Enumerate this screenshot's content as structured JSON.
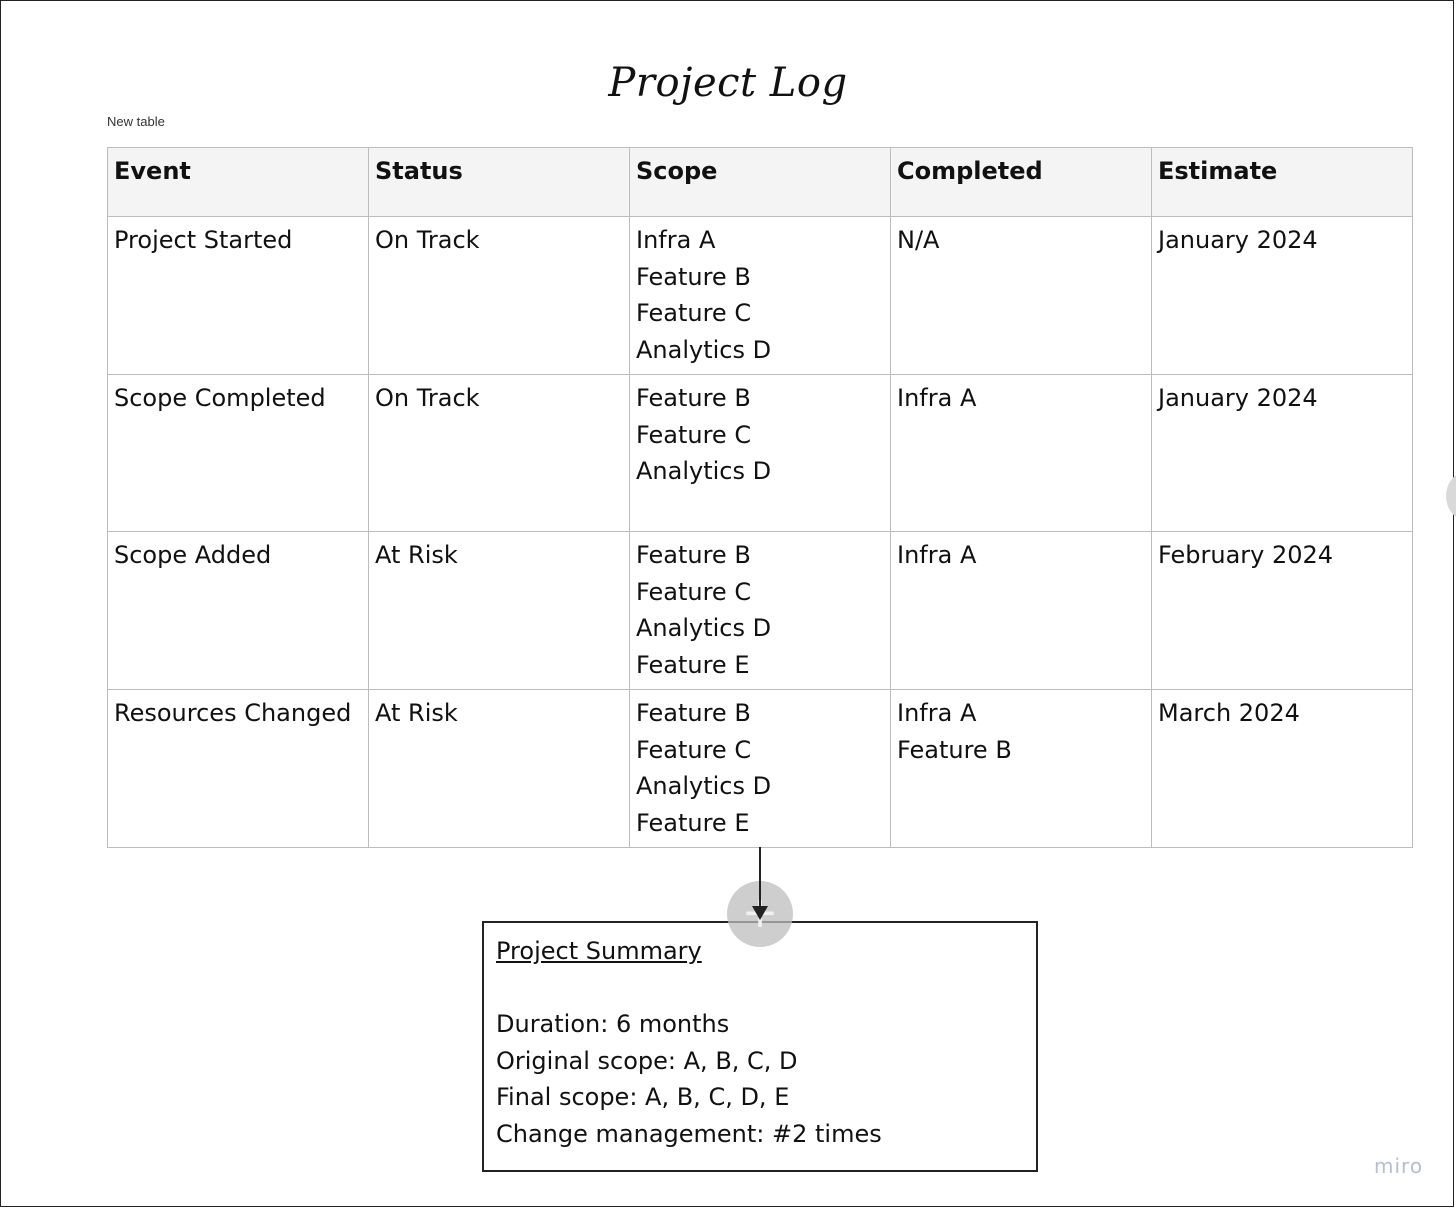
{
  "board": {
    "title": "Project Log",
    "table_caption": "New table",
    "watermark": "miro",
    "add_handle_symbol": "+"
  },
  "table": {
    "headers": [
      "Event",
      "Status",
      "Scope",
      "Completed",
      "Estimate"
    ],
    "rows": [
      {
        "event": "Project Started",
        "status": "On Track",
        "scope": [
          "Infra A",
          "Feature B",
          "Feature C",
          "Analytics D"
        ],
        "completed": [
          "N/A"
        ],
        "estimate": "January 2024"
      },
      {
        "event": "Scope Completed",
        "status": "On Track",
        "scope": [
          "Feature B",
          "Feature C",
          "Analytics D"
        ],
        "completed": [
          "Infra A"
        ],
        "estimate": "January 2024"
      },
      {
        "event": "Scope Added",
        "status": "At Risk",
        "scope": [
          "Feature B",
          "Feature C",
          "Analytics D",
          "Feature E"
        ],
        "completed": [
          "Infra A"
        ],
        "estimate": "February 2024"
      },
      {
        "event": "Resources Changed",
        "status": "At Risk",
        "scope": [
          "Feature B",
          "Feature C",
          "Analytics D",
          "Feature E"
        ],
        "completed": [
          "Infra A",
          "Feature B"
        ],
        "estimate": "March 2024"
      }
    ]
  },
  "summary": {
    "heading": "Project Summary",
    "lines": [
      "Duration: 6 months",
      "Original scope: A, B, C, D",
      "Final scope: A, B, C, D, E",
      "Change management: #2 times"
    ]
  },
  "colors": {
    "header_bg": "#f4f4f4",
    "grid": "#bdbdbd",
    "handle": "#bebebe",
    "watermark": "#b6bfcf"
  }
}
